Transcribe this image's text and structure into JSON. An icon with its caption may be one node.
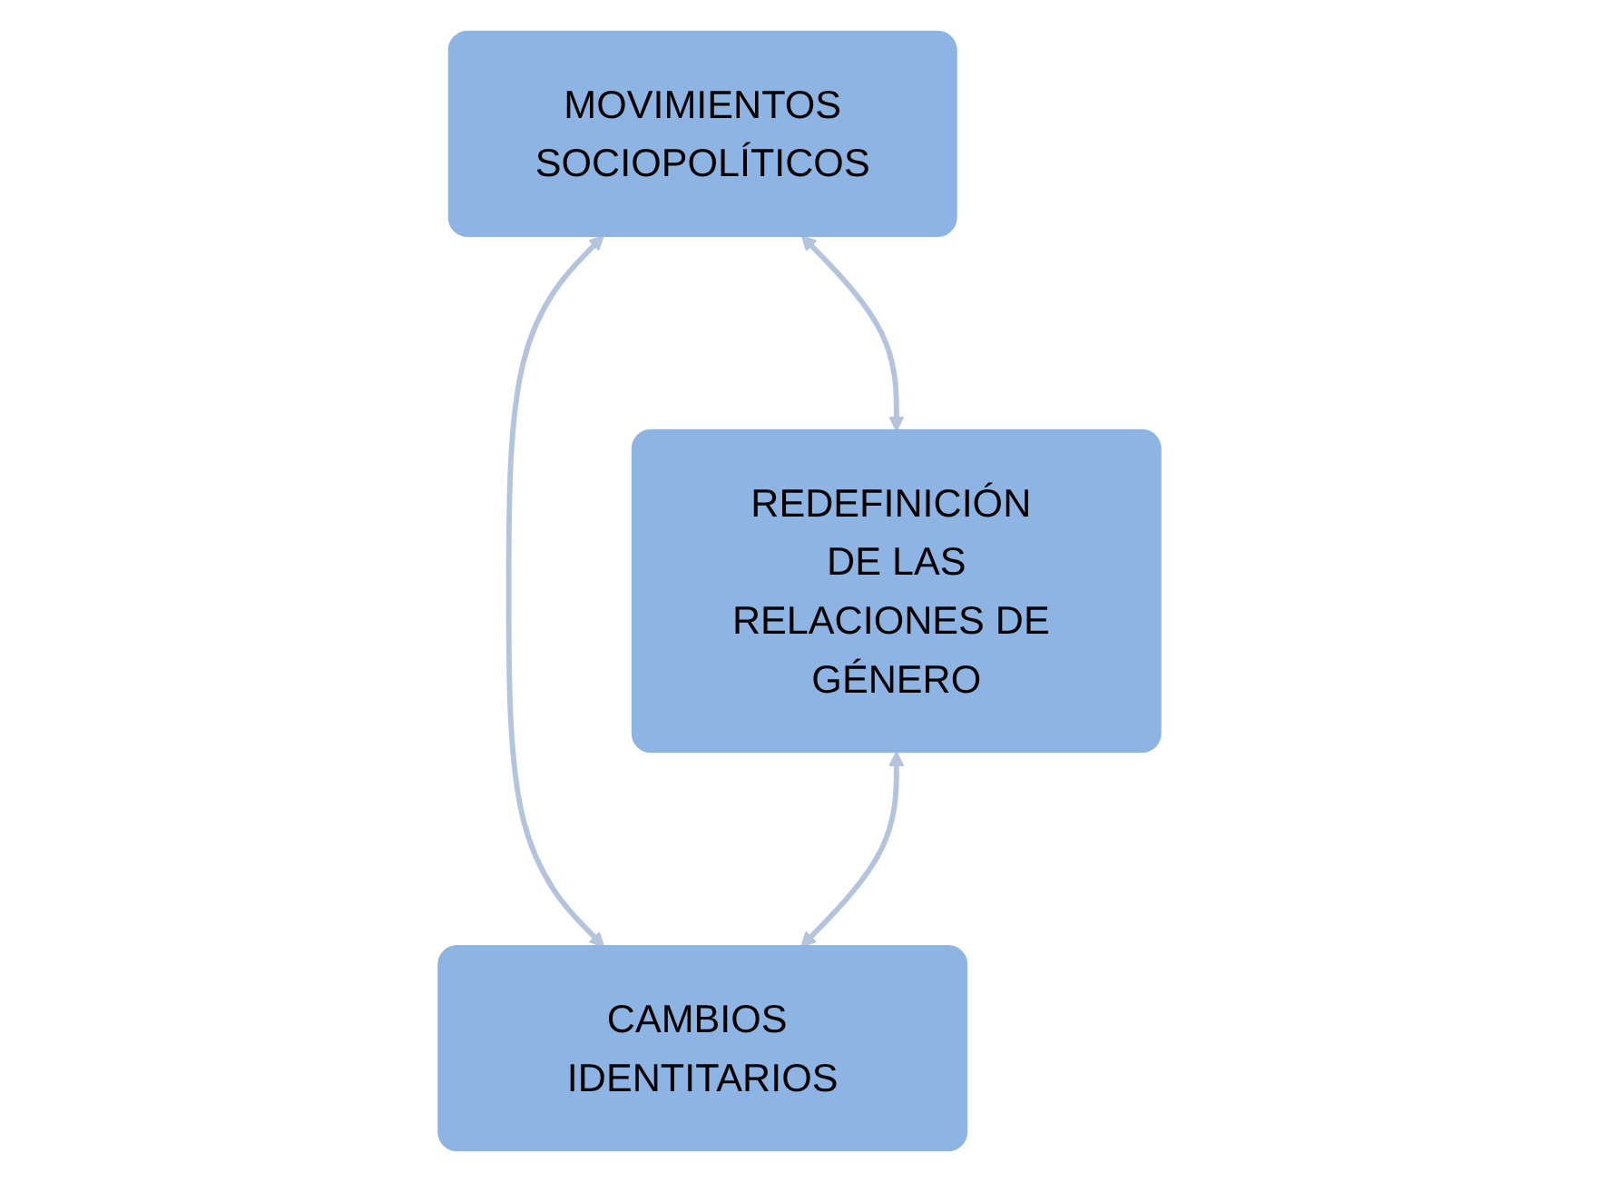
{
  "diagram": {
    "nodes": [
      {
        "text": [
          "MOVIMIENTOS SOCIOPOLÍTICOS"
        ]
      },
      {
        "text": [
          "REDEFINICIÓN DE LAS RELACIONES DE GÉNERO"
        ]
      },
      {
        "text": [
          "CAMBIOS IDENTITARIOS"
        ]
      }
    ],
    "edges": [
      {
        "from": 0,
        "to": 1,
        "arrow": "both"
      },
      {
        "from": 0,
        "to": 2,
        "arrow": "both"
      },
      {
        "from": 1,
        "to": 2,
        "arrow": "both"
      }
    ]
  }
}
